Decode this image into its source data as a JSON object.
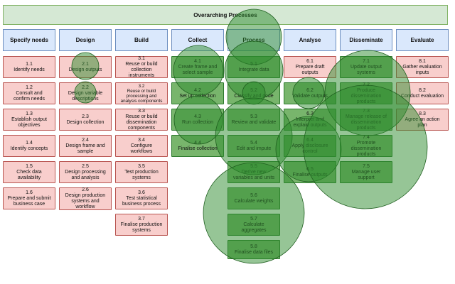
{
  "banner": "Overarching Processes",
  "colors": {
    "red_fill": "#f8cecc",
    "red_border": "#b85450",
    "blue_fill": "#dae8fc",
    "green_fill": "#d5e8d4",
    "bubble": "#2e8b2e"
  },
  "phases": [
    "Specify needs",
    "Design",
    "Build",
    "Collect",
    "Process",
    "Analyse",
    "Disseminate",
    "Evaluate"
  ],
  "boxes": {
    "b1_1": "1.1\nIdentify needs",
    "b1_2": "1.2\nConsult and\nconfirm needs",
    "b1_3": "1.3\nEstablish output\nobjectives",
    "b1_4": "1.4\nIdentify concepts",
    "b1_5": "1.5\nCheck data\navailability",
    "b1_6": "1.6\nPrepare and submit\nbusiness case",
    "b2_1": "2.1\nDesign outputs",
    "b2_2": "2.2\nDesign variable\ndescriptions",
    "b2_3": "2.3\nDesign collection",
    "b2_4": "2.4\nDesign frame and\nsample",
    "b2_5": "2.5\nDesign processing\nand analysis",
    "b2_6": "2.6\nDesign production\nsystems and\nworkflow",
    "b3_1": "3.1\nReuse or build\ncollection\ninstruments",
    "b3_2": "3.2\nReuse or build\nprocessing and\nanalysis components",
    "b3_3": "3.3\nReuse or build\ndissemination\ncomponents",
    "b3_4": "3.4\nConfigure\nworkflows",
    "b3_5": "3.5\nTest production\nsystems",
    "b3_6": "3.6\nTest statistical\nbusiness process",
    "b3_7": "3.7\nFinalise production\nsystems",
    "b4_1": "4.1\nCreate frame and\nselect sample",
    "b4_2": "4.2\nSet up collection",
    "b4_3": "4.3\nRun collection",
    "b4_4": "4.4\nFinalise collection",
    "b5_1": "5.1\nIntegrate data",
    "b5_2": "5.2\nClassify and code",
    "b5_3": "5.3\nReview and validate",
    "b5_4": "5.4\nEdit and impute",
    "b5_5": "5.5\nDerive new\nvariables and units",
    "b5_6": "5.6\nCalculate weights",
    "b5_7": "5.7\nCalculate\naggregates",
    "b5_8": "5.8\nFinalise data files",
    "b6_1": "6.1\nPrepare draft\noutputs",
    "b6_2": "6.2\nValidate outputs",
    "b6_3": "6.3\nInterpret and\nexplain outputs",
    "b6_4": "6.4\nApply disclosure\ncontrol",
    "b6_5": "6.5\nFinalise outputs",
    "b7_1": "7.1\nUpdate output\nsystems",
    "b7_2": "7.2\nProduce\ndissemination\nproducts",
    "b7_3": "7.3\nManage release of\ndissemination\nproducts",
    "b7_4": "7.4\nPromote\ndissemination\nproducts",
    "b7_5": "7.5\nManage user\nsupport",
    "b8_1": "8.1\nGather evaluation\ninputs",
    "b8_2": "8.2\nConduct evaluation",
    "b8_3": "8.3\nAgree an action\nplan"
  }
}
